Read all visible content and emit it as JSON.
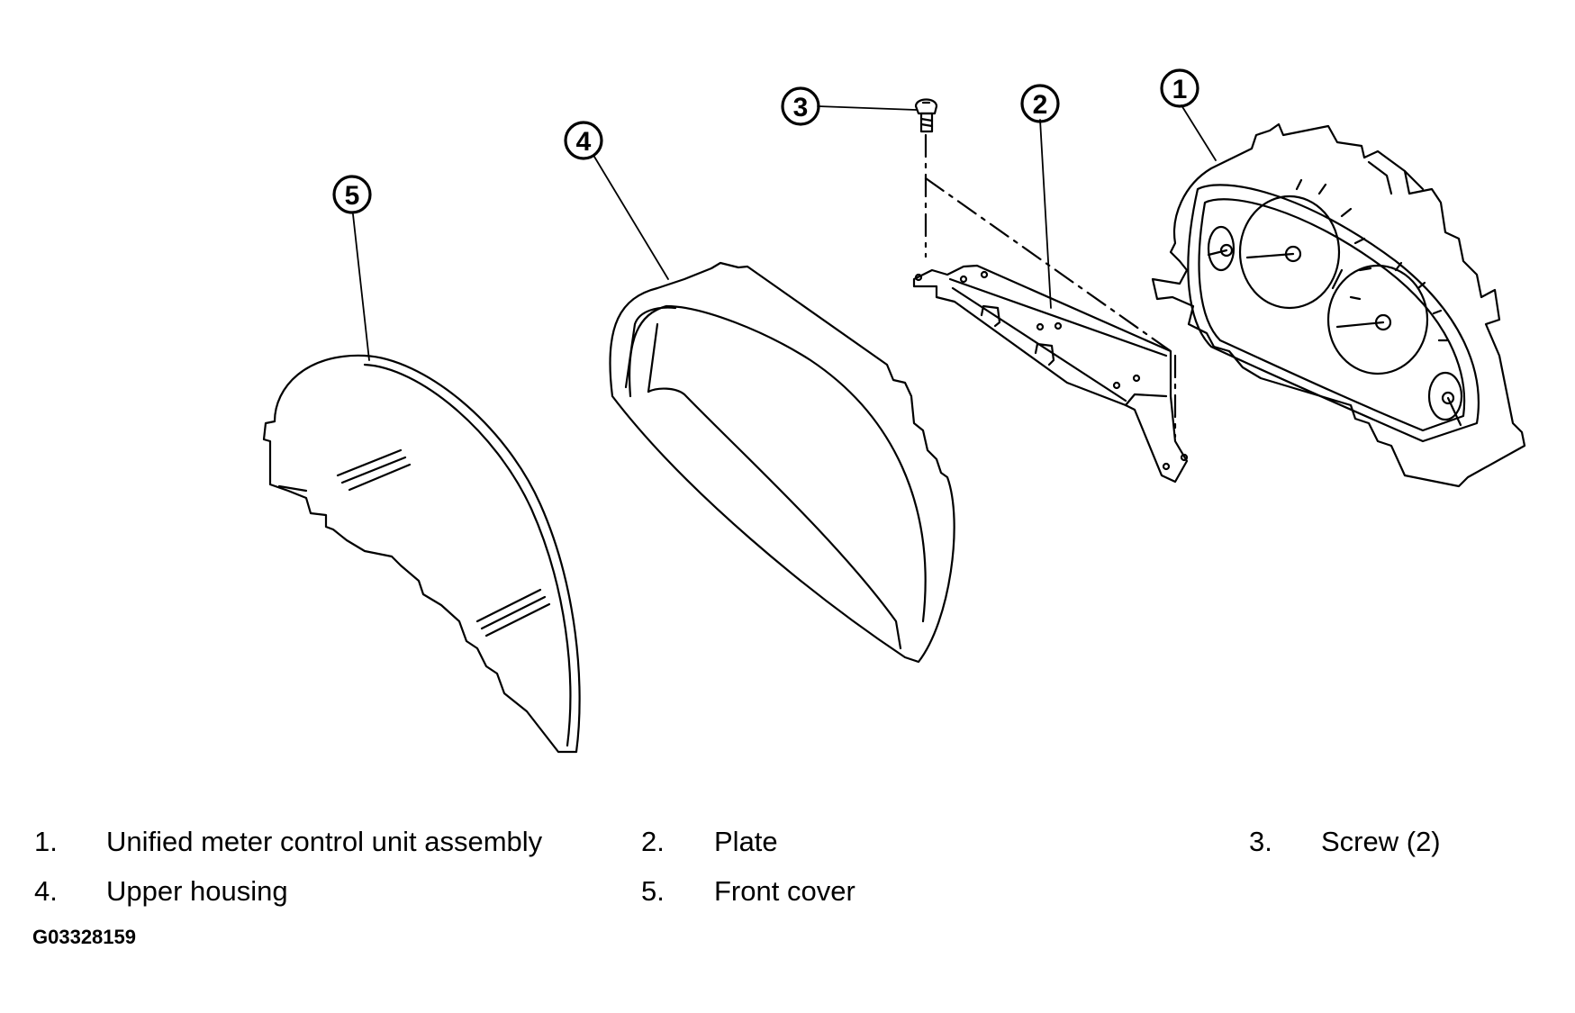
{
  "callouts": [
    "1",
    "2",
    "3",
    "4",
    "5"
  ],
  "legend": [
    {
      "num": "1.",
      "label": "Unified meter control unit assembly"
    },
    {
      "num": "2.",
      "label": "Plate"
    },
    {
      "num": "3.",
      "label": "Screw (2)"
    },
    {
      "num": "4.",
      "label": "Upper housing"
    },
    {
      "num": "5.",
      "label": "Front cover"
    }
  ],
  "figure_code": "G03328159"
}
